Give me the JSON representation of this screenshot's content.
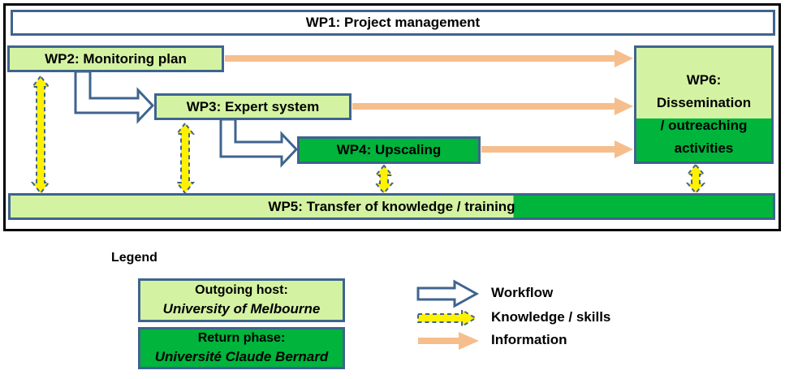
{
  "diagram": {
    "wp1": {
      "label": "WP1: Project management"
    },
    "wp2": {
      "label": "WP2: Monitoring plan"
    },
    "wp3": {
      "label": "WP3: Expert system"
    },
    "wp4": {
      "label": "WP4: Upscaling"
    },
    "wp5": {
      "label": "WP5: Transfer of knowledge / training"
    },
    "wp6": {
      "lines": [
        "WP6:",
        "Dissemination",
        "/ outreaching",
        "activities"
      ]
    }
  },
  "legend": {
    "title": "Legend",
    "outgoing_host": {
      "title": "Outgoing host:",
      "institution": "University of Melbourne"
    },
    "return_phase": {
      "title": "Return phase:",
      "institution": "Université Claude Bernard"
    },
    "workflow_label": "Workflow",
    "knowledge_label": "Knowledge / skills",
    "information_label": "Information"
  },
  "colors": {
    "light_green": "#D4F3A2",
    "dark_green": "#00B43C",
    "border_blue": "#3F648F",
    "arrow_yellow": "#FFF100",
    "arrow_orange": "#F6BE8D",
    "workflow_fill": "#FFFFFF",
    "outer_border": "#000000",
    "text": "#000000"
  }
}
